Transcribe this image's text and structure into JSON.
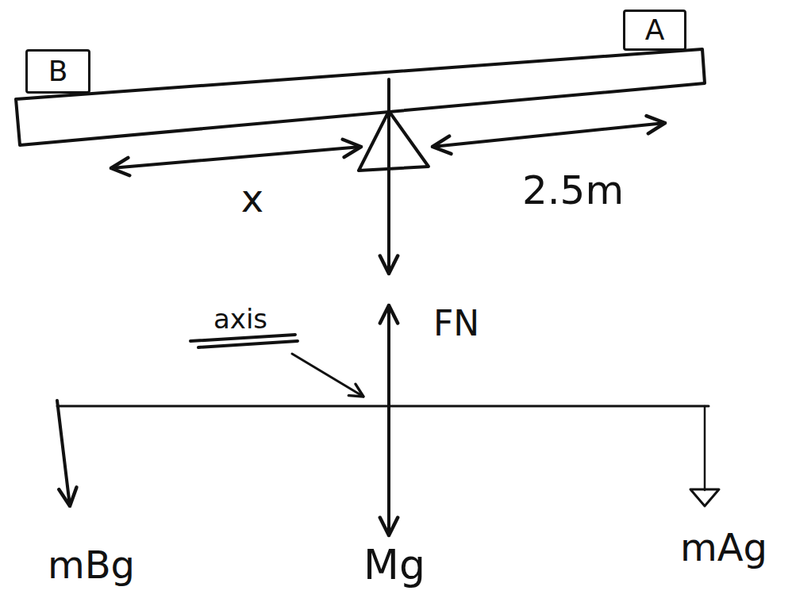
{
  "diagram": {
    "nodes": [
      {
        "text": [
          "B"
        ]
      },
      {
        "text": [
          "A"
        ]
      }
    ],
    "labels": [
      "x",
      "2.5m",
      "FN",
      "axis",
      "mBg",
      "Mg",
      "mAg"
    ]
  }
}
